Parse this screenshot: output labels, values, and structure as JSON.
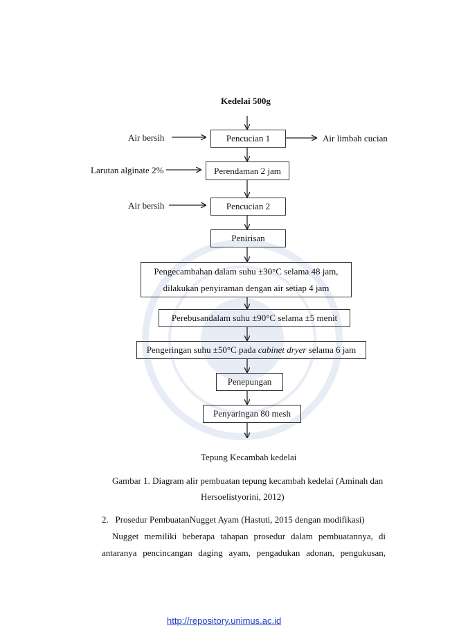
{
  "flowchart": {
    "title": "Kedelai 500g",
    "steps": [
      "Pencucian 1",
      "Perendaman 2 jam",
      "Pencucian 2",
      "Penirisan",
      "Pengecambahan dalam suhu ±30°C selama 48 jam,",
      "dilakukan penyiraman dengan air setiap 4 jam",
      "Perebusandalam suhu ±90°C selama ±5 menit",
      "Pengeringan suhu ±50°C pada ",
      "cabinet dryer",
      " selama 6 jam",
      "Penepungan",
      "Penyaringan 80 mesh"
    ],
    "inputs": [
      "Air bersih",
      "Larutan alginate 2%",
      "Air bersih"
    ],
    "output": "Air limbah cucian",
    "final_product": "Tepung Kecambah kedelai"
  },
  "caption": {
    "line1": "Gambar 1. Diagram alir pembuatan tepung kecambah kedelai (Aminah dan",
    "line2": "Hersoelistyorini, 2012)"
  },
  "section": {
    "heading": "2.   Prosedur PembuatanNugget Ayam (Hastuti, 2015 dengan modifikasi)",
    "para_line1": "Nugget memiliki beberapa tahapan prosedur dalam pembuatannya, di",
    "para_line2": "antaranya pencincangan daging ayam, pengadukan adonan, pengukusan,"
  },
  "footer": {
    "url": "http://repository.unimus.ac.id"
  }
}
